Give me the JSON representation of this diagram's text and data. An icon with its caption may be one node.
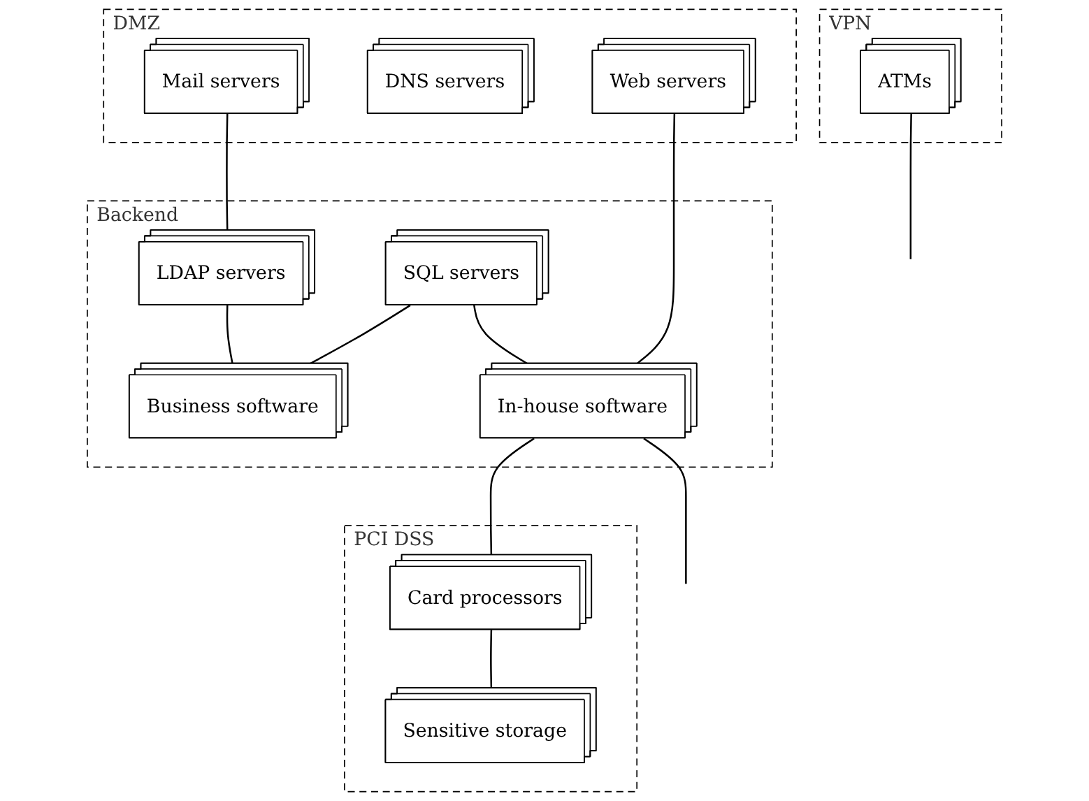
{
  "diagram": {
    "nodes": [
      {
        "text": [
          "VPN"
        ]
      },
      {
        "text": [
          "ATMs"
        ],
        "in": 0
      },
      {
        "text": [
          "DMZ"
        ]
      },
      {
        "text": [
          "Mail servers"
        ],
        "in": 2
      },
      {
        "text": [
          "DNS servers"
        ],
        "in": 2
      },
      {
        "text": [
          "Web servers"
        ],
        "in": 2
      },
      {
        "text": [
          "Backend"
        ]
      },
      {
        "text": [
          "LDAP servers"
        ],
        "in": 6
      },
      {
        "text": [
          "SQL servers"
        ],
        "in": 6
      },
      {
        "text": [
          "Business software"
        ],
        "in": 6
      },
      {
        "text": [
          "In-house software"
        ],
        "in": 6
      },
      {
        "text": [
          "PCI DSS"
        ]
      },
      {
        "text": [
          "Card processors"
        ],
        "in": 11
      },
      {
        "text": [
          "Sensitive storage"
        ],
        "in": 11
      }
    ],
    "edges": [
      {
        "from": 1,
        "to": null,
        "arrow": "none"
      },
      {
        "from": 3,
        "to": 7,
        "arrow": "none"
      },
      {
        "from": 7,
        "to": 9,
        "arrow": "none"
      },
      {
        "from": 8,
        "to": 9,
        "arrow": "none"
      },
      {
        "from": 8,
        "to": 10,
        "arrow": "none"
      },
      {
        "from": 5,
        "to": 10,
        "arrow": "none"
      },
      {
        "from": 10,
        "to": null,
        "arrow": "none"
      },
      {
        "from": 10,
        "to": 12,
        "arrow": "none"
      },
      {
        "from": 12,
        "to": 13,
        "arrow": "none"
      }
    ]
  }
}
